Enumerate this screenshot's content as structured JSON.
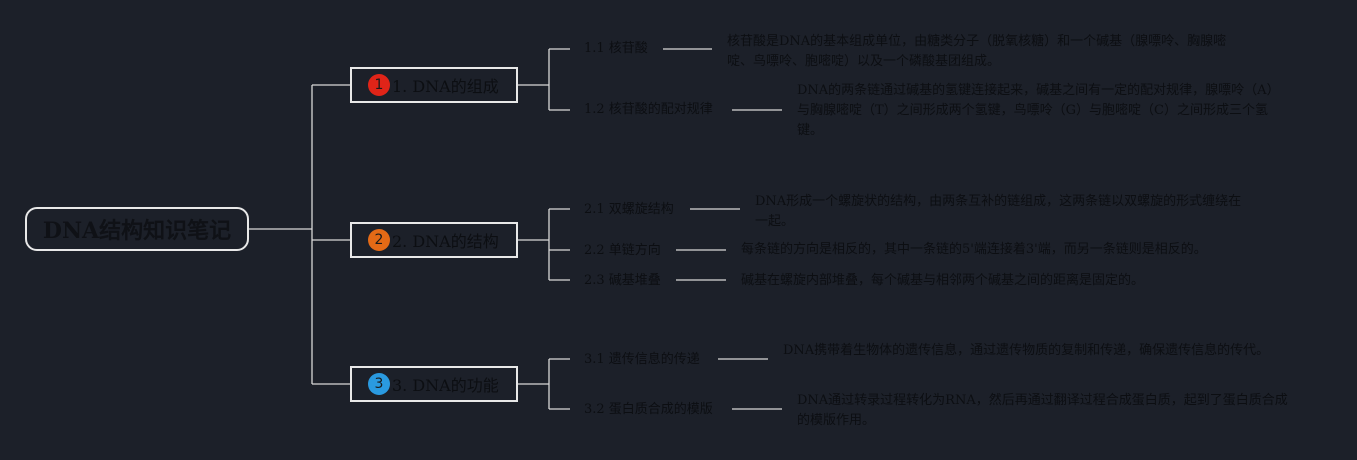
{
  "root": {
    "label": "DNA结构知识笔记"
  },
  "branches": [
    {
      "number": "1",
      "label": "1. DNA的组成",
      "badge_color": "#e02418",
      "children": [
        {
          "label": "1.1 核苷酸",
          "text": "核苷酸是DNA的基本组成单位，由糖类分子（脱氧核糖）和一个碱基（腺嘌呤、胸腺嘧啶、鸟嘌呤、胞嘧啶）以及一个磷酸基团组成。"
        },
        {
          "label": "1.2 核苷酸的配对规律",
          "text": "DNA的两条链通过碱基的氢键连接起来，碱基之间有一定的配对规律，腺嘌呤（A）与胸腺嘧啶（T）之间形成两个氢键，鸟嘌呤（G）与胞嘧啶（C）之间形成三个氢键。"
        }
      ]
    },
    {
      "number": "2",
      "label": "2. DNA的结构",
      "badge_color": "#e46a16",
      "children": [
        {
          "label": "2.1 双螺旋结构",
          "text": "DNA形成一个螺旋状的结构，由两条互补的链组成，这两条链以双螺旋的形式缠绕在一起。"
        },
        {
          "label": "2.2 单链方向",
          "text": "每条链的方向是相反的，其中一条链的5'端连接着3'端，而另一条链则是相反的。"
        },
        {
          "label": "2.3 碱基堆叠",
          "text": "碱基在螺旋内部堆叠，每个碱基与相邻两个碱基之间的距离是固定的。"
        }
      ]
    },
    {
      "number": "3",
      "label": "3. DNA的功能",
      "badge_color": "#2a9ae0",
      "children": [
        {
          "label": "3.1 遗传信息的传递",
          "text": "DNA携带着生物体的遗传信息，通过遗传物质的复制和传递，确保遗传信息的传代。"
        },
        {
          "label": "3.2 蛋白质合成的模版",
          "text": "DNA通过转录过程转化为RNA，然后再通过翻译过程合成蛋白质，起到了蛋白质合成的模版作用。"
        }
      ]
    }
  ]
}
